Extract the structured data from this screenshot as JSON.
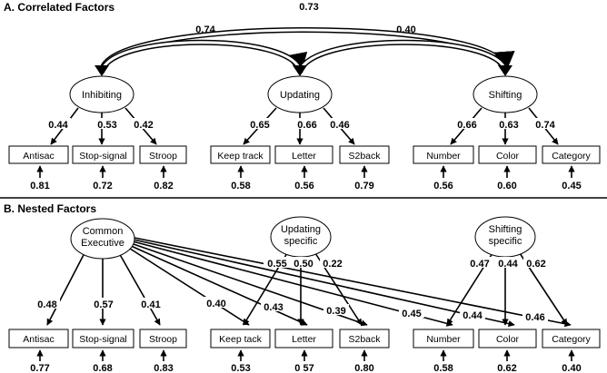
{
  "panel_a": {
    "title": "A. Correlated Factors",
    "factors": [
      "Inhibiting",
      "Updating",
      "Shifting"
    ],
    "correlations": {
      "inhibiting_updating": "0.74",
      "updating_shifting": "0.40",
      "inhibiting_shifting": "0.73"
    },
    "tasks": [
      "Antisac",
      "Stop-signal",
      "Stroop",
      "Keep track",
      "Letter",
      "S2back",
      "Number",
      "Color",
      "Category"
    ],
    "loadings": [
      "0.44",
      "0.53",
      "0.42",
      "0.65",
      "0.66",
      "0.46",
      "0.66",
      "0.63",
      "0.74"
    ],
    "errors": [
      "0.81",
      "0.72",
      "0.82",
      "0.58",
      "0.56",
      "0.79",
      "0.56",
      "0.60",
      "0.45"
    ]
  },
  "panel_b": {
    "title": "B. Nested Factors",
    "common": {
      "line1": "Common",
      "line2": "Executive"
    },
    "updating_specific": {
      "line1": "Updating",
      "line2": "specific"
    },
    "shifting_specific": {
      "line1": "Shifting",
      "line2": "specific"
    },
    "tasks": [
      "Antisac",
      "Stop-signal",
      "Stroop",
      "Keep tack",
      "Letter",
      "S2back",
      "Number",
      "Color",
      "Category"
    ],
    "common_loadings": [
      "0.48",
      "0.57",
      "0.41",
      "0.40",
      "0.43",
      "0.39",
      "0.45",
      "0.44",
      "0.46"
    ],
    "updating_loadings": [
      "0.55",
      "0.50",
      "0.22"
    ],
    "shifting_loadings": [
      "0.47",
      "0.44",
      "0.62"
    ],
    "errors": [
      "0.77",
      "0.68",
      "0.83",
      "0.53",
      "0 57",
      "0.80",
      "0.58",
      "0.62",
      "0.40"
    ]
  }
}
